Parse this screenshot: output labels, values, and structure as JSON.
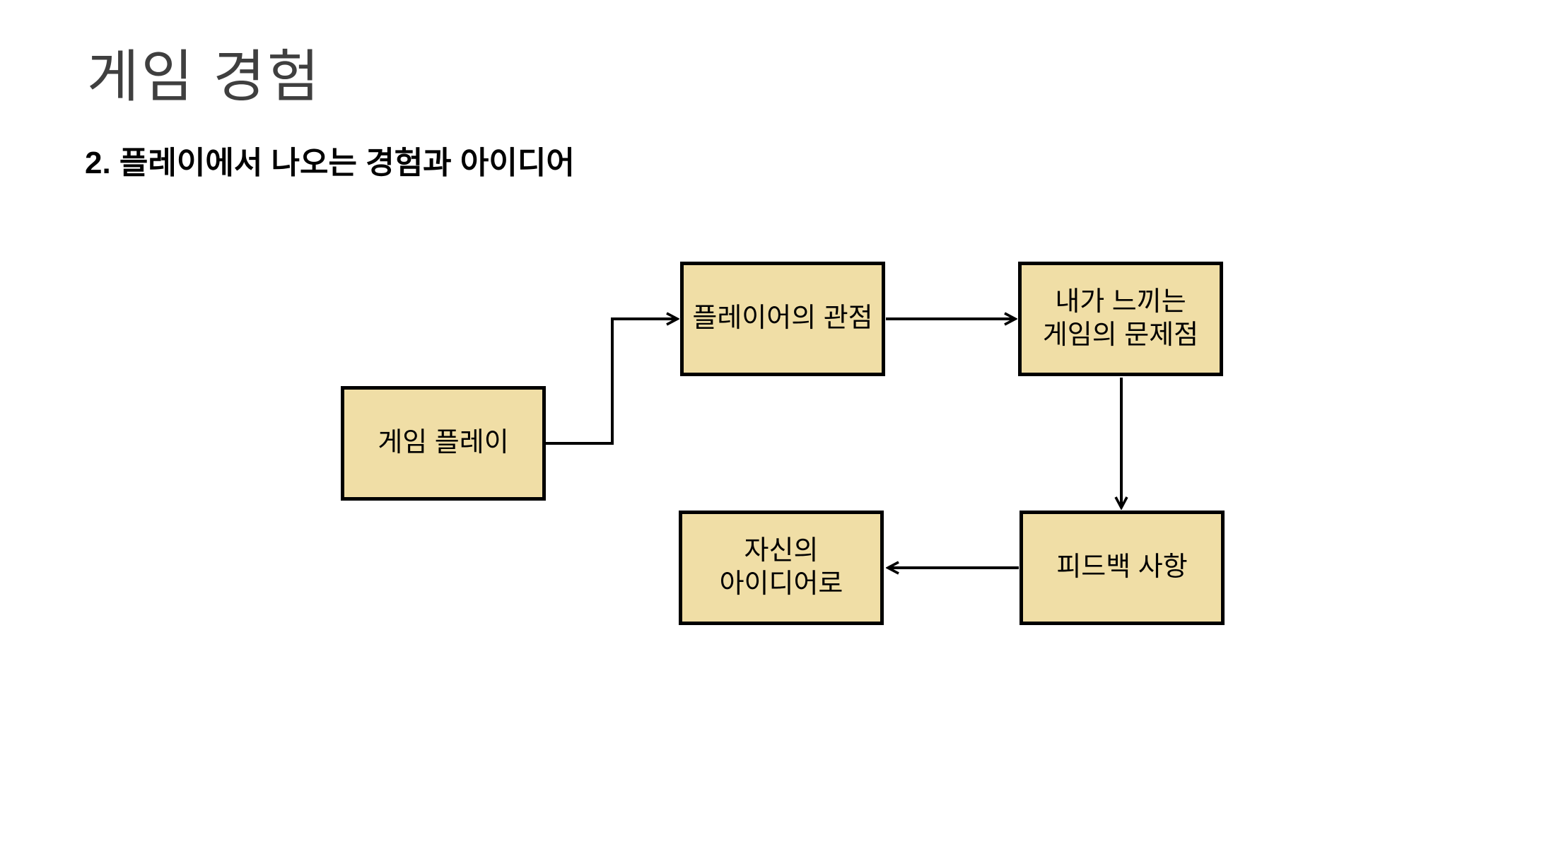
{
  "slide": {
    "title": "게임 경험",
    "subtitle": "2. 플레이에서 나오는 경험과 아이디어"
  },
  "colors": {
    "background": "#FFFFFF",
    "box_fill": "#F0DEA6",
    "box_border": "#000000",
    "title_color": "#3F3F3F",
    "arrow_color": "#000000"
  },
  "diagram": {
    "nodes": [
      {
        "id": "game-play",
        "lines": [
          "게임 플레이"
        ]
      },
      {
        "id": "player-perspective",
        "lines": [
          "플레이어의 관점"
        ]
      },
      {
        "id": "problems-i-feel",
        "lines": [
          "내가 느끼는",
          "게임의 문제점"
        ]
      },
      {
        "id": "feedback-items",
        "lines": [
          "피드백 사항"
        ]
      },
      {
        "id": "to-own-ideas",
        "lines": [
          "자신의",
          "아이디어로"
        ]
      }
    ],
    "edges": [
      {
        "from": "game-play",
        "to": "player-perspective",
        "style": "elbow"
      },
      {
        "from": "player-perspective",
        "to": "problems-i-feel",
        "style": "straight"
      },
      {
        "from": "problems-i-feel",
        "to": "feedback-items",
        "style": "straight"
      },
      {
        "from": "feedback-items",
        "to": "to-own-ideas",
        "style": "straight"
      }
    ]
  }
}
